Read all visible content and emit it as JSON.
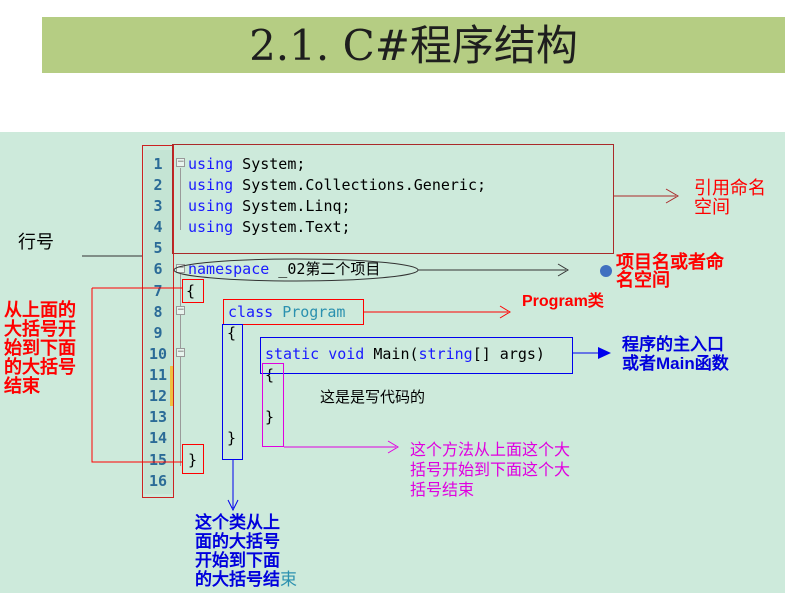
{
  "title": "2.1. C#程序结构",
  "line_numbers": [
    "1",
    "2",
    "3",
    "4",
    "5",
    "6",
    "7",
    "8",
    "9",
    "10",
    "11",
    "12",
    "13",
    "14",
    "15",
    "16"
  ],
  "code": {
    "l1": {
      "kw": "using",
      "rest": " System;"
    },
    "l2": {
      "kw": "using",
      "rest": " System.Collections.Generic;"
    },
    "l3": {
      "kw": "using",
      "rest": " System.Linq;"
    },
    "l4": {
      "kw": "using",
      "rest": " System.Text;"
    },
    "l6": {
      "kw": "namespace",
      "rest": " _02第二个项目"
    },
    "l7": "{",
    "l8": {
      "kw": "class",
      "name": "Program"
    },
    "l9": "{",
    "l10": {
      "kw1": "static",
      "kw2": "void",
      "name": "Main(",
      "kw3": "string",
      "args": "[] args)"
    },
    "l11": "{",
    "l13": "}",
    "l14": "}",
    "l15": "}"
  },
  "annotations": {
    "line_number": "行号",
    "using": [
      "引用命名",
      "空间"
    ],
    "namespace": [
      "项目名或者命",
      "名空间"
    ],
    "program_class": "Program类",
    "main": [
      "程序的主入口",
      "或者Main函数"
    ],
    "write_code": "这是是写代码的",
    "method_braces": [
      "这个方法从上面这个大",
      "括号开始到下面这个大",
      "括号结束"
    ],
    "class_braces": [
      "这个类从上",
      "面的大括号",
      "开始到下面",
      "的大括号结",
      "束"
    ],
    "namespace_braces": [
      "从上面的",
      "大括号开",
      "始到下面",
      "的大括号",
      "结束"
    ]
  },
  "colors": {
    "title_bar": "#b5cd83",
    "background": "#cdeadb",
    "keyword": "#1a1aff",
    "type": "#2b91af",
    "line_number": "#2b6b97",
    "red_annotation": "#ff0000",
    "blue_annotation": "#0000dd",
    "magenta_annotation": "#e000e0"
  }
}
